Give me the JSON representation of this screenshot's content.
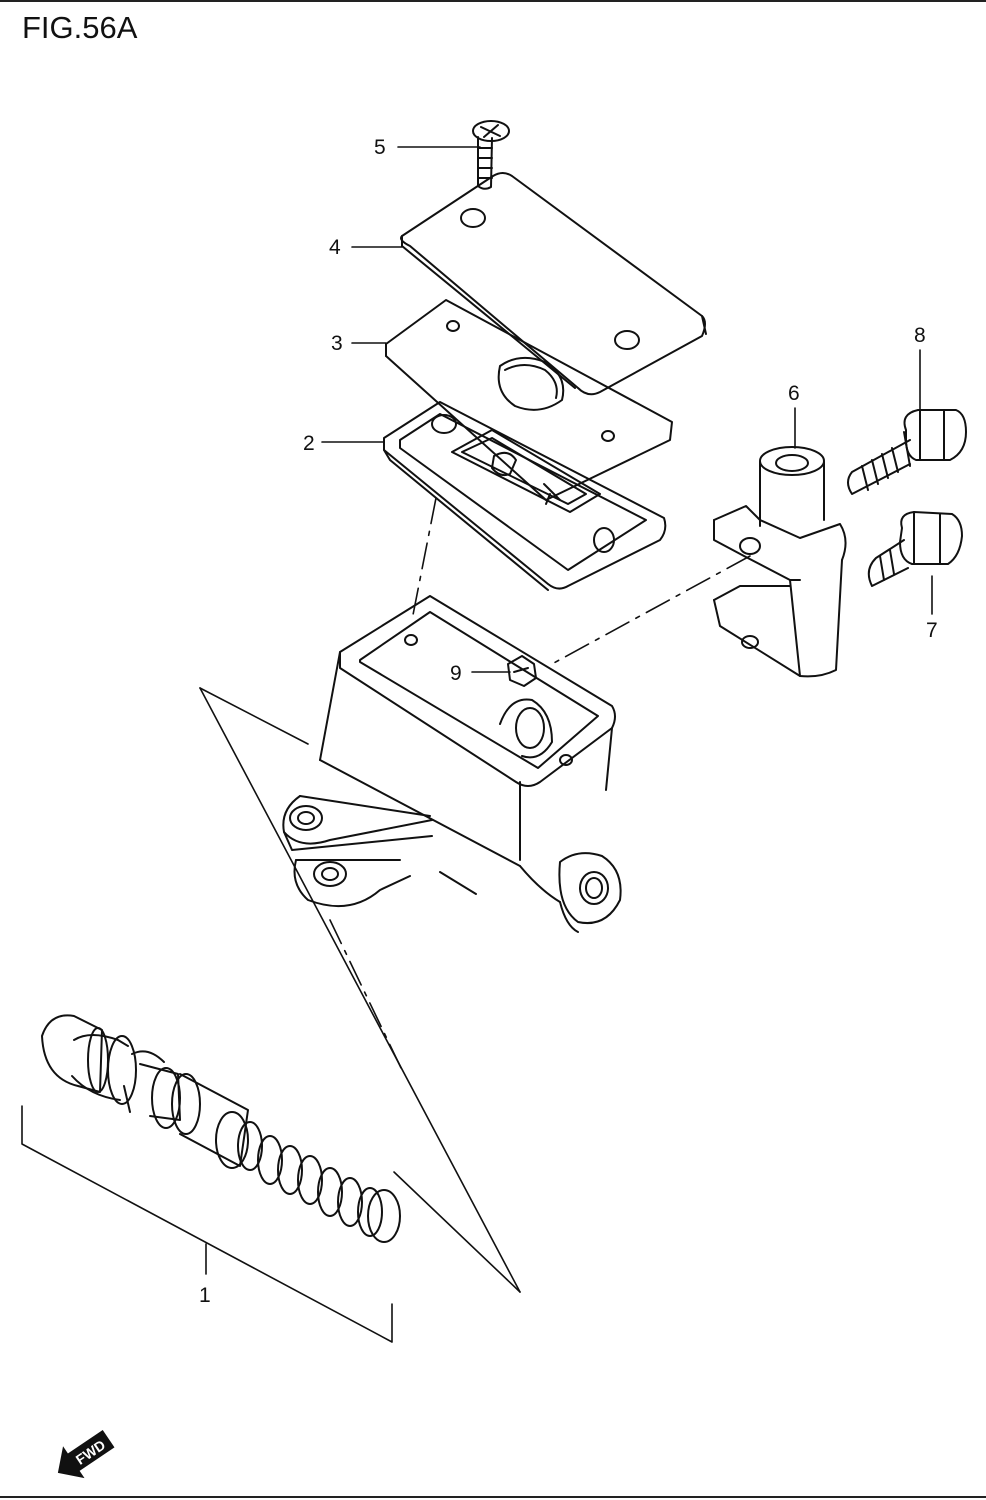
{
  "figure": {
    "title": "FIG.56A",
    "subtitle": "FRONT MASTER CYLINDER (GSF1200SAV)"
  },
  "callouts": [
    {
      "id": "1",
      "label": "1",
      "part": "piston-spring-set"
    },
    {
      "id": "2",
      "label": "2",
      "part": "diaphragm"
    },
    {
      "id": "3",
      "label": "3",
      "part": "plate"
    },
    {
      "id": "4",
      "label": "4",
      "part": "reservoir-cap"
    },
    {
      "id": "5",
      "label": "5",
      "part": "cap-screw"
    },
    {
      "id": "6",
      "label": "6",
      "part": "holder"
    },
    {
      "id": "7",
      "label": "7",
      "part": "bolt-lower"
    },
    {
      "id": "8",
      "label": "8",
      "part": "bolt-upper"
    },
    {
      "id": "9",
      "label": "9",
      "part": "plug"
    }
  ],
  "fwd_badge": "FWD",
  "colors": {
    "line": "#111111",
    "background": "#ffffff"
  }
}
